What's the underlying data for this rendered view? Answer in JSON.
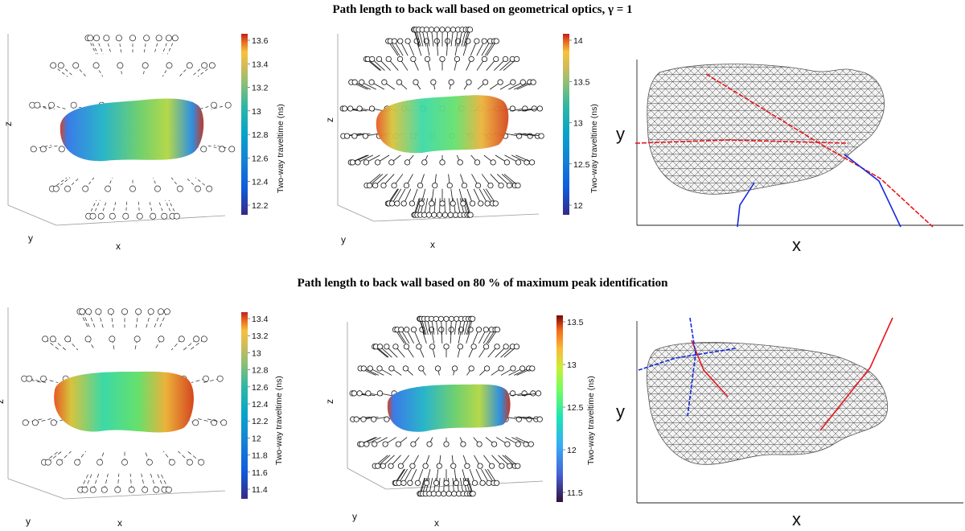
{
  "titles": {
    "top": "Path length to back wall based on geometrical optics, γ = 1",
    "bottom": "Path length to back wall based on 80 % of maximum peak identification"
  },
  "panels": [
    {
      "id": "a",
      "xlabel": "x",
      "ylabel": "y",
      "zlabel": "z",
      "colorbar": {
        "label": "Two-way traveltime (ns)",
        "ticks": [
          "13.6",
          "13.4",
          "13.2",
          "13",
          "12.8",
          "12.6",
          "12.4",
          "12.2"
        ]
      }
    },
    {
      "id": "b",
      "xlabel": "x",
      "ylabel": "y",
      "zlabel": "z",
      "colorbar": {
        "label": "Two-way traveltime (ns)",
        "ticks": [
          "14",
          "13.5",
          "13",
          "12.5",
          "12"
        ]
      }
    },
    {
      "id": "c",
      "xlabel": "x",
      "ylabel": "y"
    },
    {
      "id": "d",
      "xlabel": "x",
      "ylabel": "y",
      "zlabel": "z",
      "colorbar": {
        "label": "Two-way traveltime (ns)",
        "ticks": [
          "13.4",
          "13.2",
          "13",
          "12.8",
          "12.6",
          "12.4",
          "12.2",
          "12",
          "11.8",
          "11.6",
          "11.4"
        ]
      }
    },
    {
      "id": "e",
      "xlabel": "x",
      "ylabel": "y",
      "zlabel": "z",
      "colorbar": {
        "label": "Two-way traveltime (ns)",
        "ticks": [
          "13.5",
          "13",
          "12.5",
          "12",
          "11.5"
        ]
      }
    },
    {
      "id": "f",
      "xlabel": "x",
      "ylabel": "y"
    }
  ],
  "colors": {
    "ray_red": "#e8141c",
    "ray_blue": "#1428e0",
    "mesh": "#3a3a3a"
  }
}
